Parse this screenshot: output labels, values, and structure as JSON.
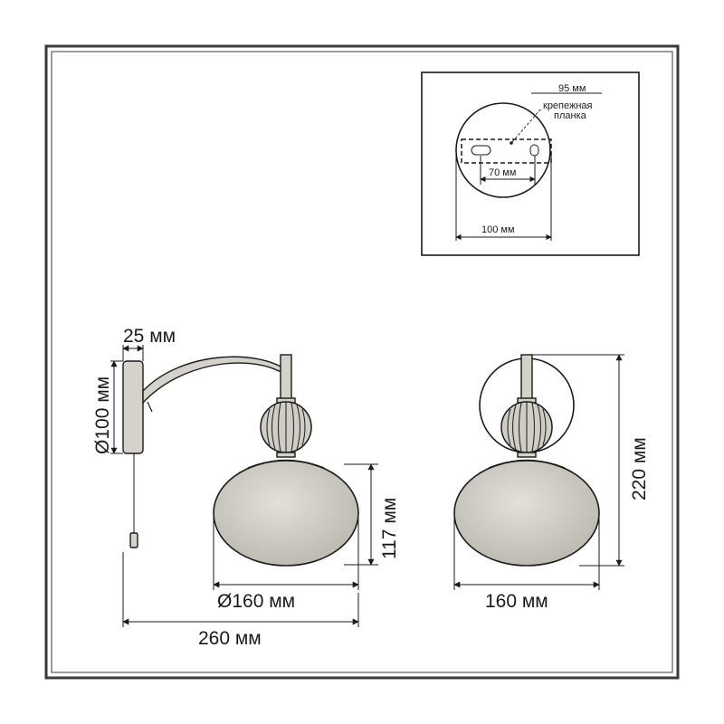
{
  "detail_view": {
    "plate_width": "95 мм",
    "plate_label_line1": "крепежная",
    "plate_label_line2": "планка",
    "hole_spacing": "70 мм",
    "base_diameter": "100 мм"
  },
  "side_view": {
    "base_depth": "25 мм",
    "base_diameter": "Ø100 мм",
    "shade_height": "117 мм",
    "shade_diameter": "Ø160 мм",
    "total_projection": "260 мм"
  },
  "front_view": {
    "total_height": "220 мм",
    "width": "160 мм"
  },
  "colors": {
    "frame": "#3a3a3a",
    "glass": "#d2d0c8",
    "line": "#1a1a1a"
  }
}
